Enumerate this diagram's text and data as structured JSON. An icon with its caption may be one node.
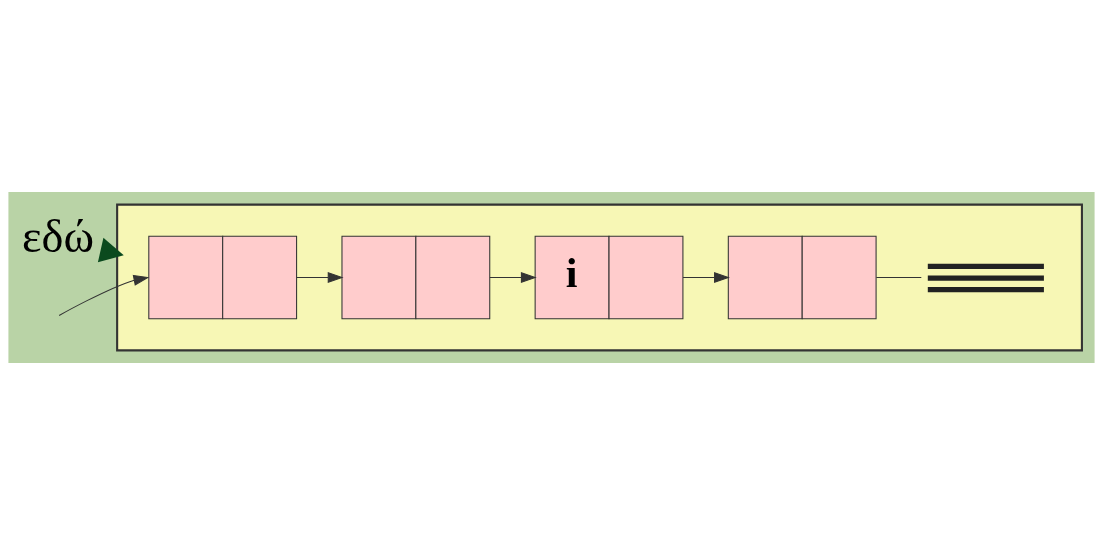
{
  "diagram": {
    "nodes": [
      {
        "text": [
          "εδώ"
        ]
      },
      {
        "text": [],
        "shape": "box"
      },
      {
        "text": [],
        "shape": "box",
        "in": 1
      },
      {
        "text": [],
        "shape": "box",
        "in": 1
      },
      {
        "text": [],
        "shape": "box",
        "in": 1
      },
      {
        "text": [],
        "shape": "ground",
        "in": 1
      },
      {
        "text": [
          "i"
        ],
        "in": 1
      }
    ],
    "edges": [
      {
        "from": null,
        "to": 2,
        "arrow": "to"
      },
      {
        "from": 2,
        "to": 3,
        "arrow": "to"
      },
      {
        "from": 3,
        "to": 6,
        "arrow": "to"
      },
      {
        "from": 6,
        "to": 4,
        "arrow": "to"
      },
      {
        "from": 4,
        "to": 5,
        "arrow": "none"
      },
      {
        "from": 0,
        "to": 1,
        "arrow": "to",
        "style": "thick",
        "color": "#0b4a1e"
      }
    ]
  }
}
